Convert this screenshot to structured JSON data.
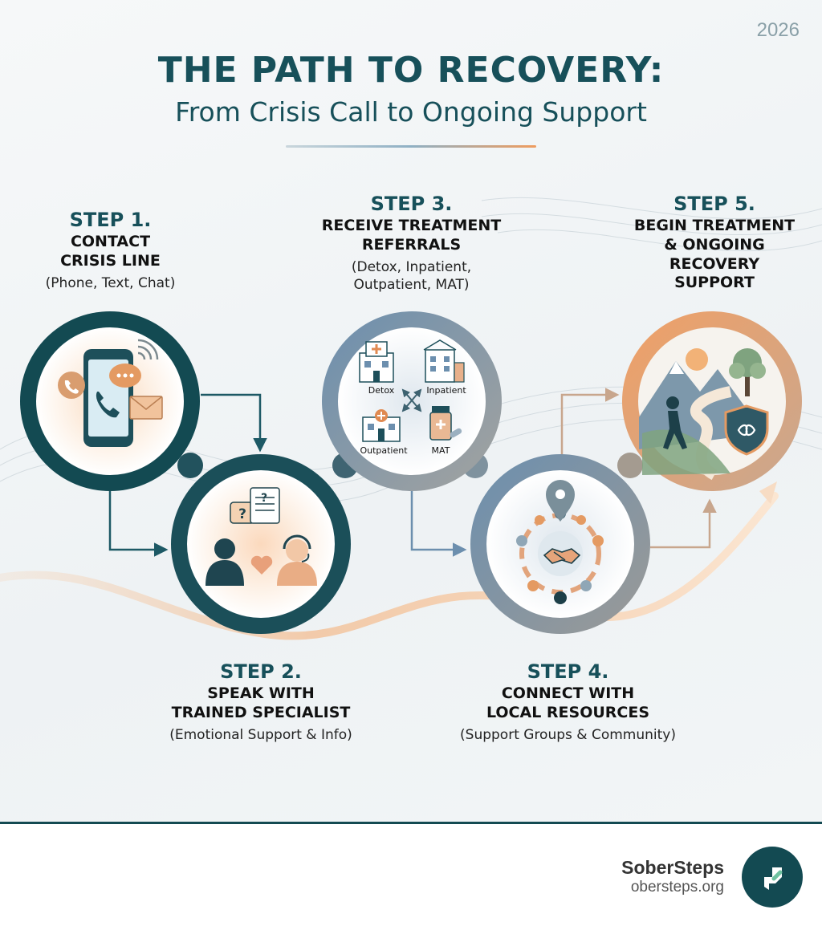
{
  "header": {
    "year": "2026",
    "title": "THE PATH TO RECOVERY:",
    "subtitle": "From Crisis Call to Ongoing Support"
  },
  "steps": [
    {
      "number": "STEP 1.",
      "name": "CONTACT\nCRISIS LINE",
      "description": "(Phone, Text, Chat)"
    },
    {
      "number": "STEP 2.",
      "name": "SPEAK WITH\nTRAINED SPECIALIST",
      "description": "(Emotional Support & Info)"
    },
    {
      "number": "STEP 3.",
      "name": "RECEIVE TREATMENT\nREFERRALS",
      "description": "(Detox, Inpatient,\nOutpatient, MAT)"
    },
    {
      "number": "STEP 4.",
      "name": "CONNECT WITH\nLOCAL RESOURCES",
      "description": "(Support Groups & Community)"
    },
    {
      "number": "STEP 5.",
      "name": "BEGIN TREATMENT\n& ONGOING\nRECOVERY\nSUPPORT",
      "description": ""
    }
  ],
  "referral_icons": {
    "detox": "Detox",
    "inpatient": "Inpatient",
    "outpatient": "Outpatient",
    "mat": "MAT"
  },
  "icons": {
    "step1": [
      "smartphone-icon",
      "phone-bubble-icon",
      "chat-bubble-icon",
      "envelope-icon",
      "signal-icon"
    ],
    "step2": [
      "question-bubble-icon",
      "document-icon",
      "person-icon",
      "heart-icon",
      "headset-agent-icon"
    ],
    "step3": [
      "hospital-icon",
      "building-icon",
      "clinic-icon",
      "medicine-bottle-icon",
      "cross-arrows-icon"
    ],
    "step4": [
      "location-pin-icon",
      "handshake-icon",
      "community-circle-icon"
    ],
    "step5": [
      "sun-icon",
      "mountain-icon",
      "tree-icon",
      "walking-person-icon",
      "shield-infinity-icon"
    ]
  },
  "colors": {
    "teal_dark": "#134a52",
    "teal": "#17505a",
    "slate_blue": "#6c8fae",
    "orange": "#e99a61",
    "ring_gray": "#8e9a9e"
  },
  "footer": {
    "brand_name": "SoberSteps",
    "brand_url": "obersteps.org"
  }
}
